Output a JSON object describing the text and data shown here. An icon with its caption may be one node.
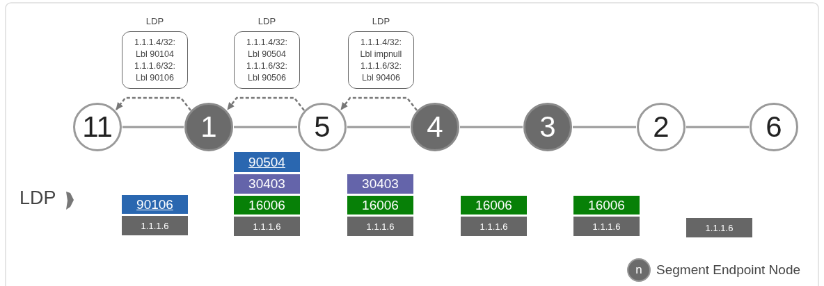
{
  "diagram": {
    "nodes": [
      {
        "text": [
          "11"
        ]
      },
      {
        "text": [
          "1"
        ]
      },
      {
        "text": [
          "5"
        ]
      },
      {
        "text": [
          "4"
        ]
      },
      {
        "text": [
          "3"
        ]
      },
      {
        "text": [
          "2"
        ]
      },
      {
        "text": [
          "6"
        ]
      },
      {
        "text": [
          "LDP",
          "1.1.1.4/32: Lbl 90104 1.1.1.6/32: Lbl 90106"
        ]
      },
      {
        "text": [
          "LDP",
          "1.1.1.4/32: Lbl 90504 1.1.1.6/32: Lbl 90506"
        ]
      },
      {
        "text": [
          "LDP",
          "1.1.1.4/32: Lbl impnull 1.1.1.6/32: Lbl 90406"
        ]
      },
      {
        "text": [
          "90106"
        ]
      },
      {
        "text": [
          "1.1.1.6"
        ]
      },
      {
        "text": [
          "90504"
        ]
      },
      {
        "text": [
          "30403"
        ]
      },
      {
        "text": [
          "16006"
        ]
      },
      {
        "text": [
          "1.1.1.6"
        ]
      },
      {
        "text": [
          "30403"
        ]
      },
      {
        "text": [
          "16006"
        ]
      },
      {
        "text": [
          "1.1.1.6"
        ]
      },
      {
        "text": [
          "16006"
        ]
      },
      {
        "text": [
          "1.1.1.6"
        ]
      },
      {
        "text": [
          "16006"
        ]
      },
      {
        "text": [
          "1.1.1.6"
        ]
      },
      {
        "text": [
          "1.1.1.6"
        ]
      }
    ],
    "edges": [
      {
        "from": 0,
        "to": 1,
        "arrow": "none"
      },
      {
        "from": 1,
        "to": 2,
        "arrow": "none"
      },
      {
        "from": 2,
        "to": 3,
        "arrow": "none"
      },
      {
        "from": 3,
        "to": 4,
        "arrow": "none"
      },
      {
        "from": 4,
        "to": 5,
        "arrow": "none"
      },
      {
        "from": 5,
        "to": 6,
        "arrow": "none"
      },
      {
        "from": 1,
        "to": 0,
        "arrow": "to",
        "style": "dashed",
        "color": "#777777"
      },
      {
        "from": 2,
        "to": 1,
        "arrow": "to",
        "style": "dashed",
        "color": "#777777"
      },
      {
        "from": 3,
        "to": 2,
        "arrow": "to",
        "style": "dashed",
        "color": "#777777"
      }
    ],
    "labels": [
      "LDP",
      "n"
    ],
    "legend": [
      {
        "text": "Segment Endpoint Node",
        "color": "#6b6b6b"
      }
    ]
  }
}
